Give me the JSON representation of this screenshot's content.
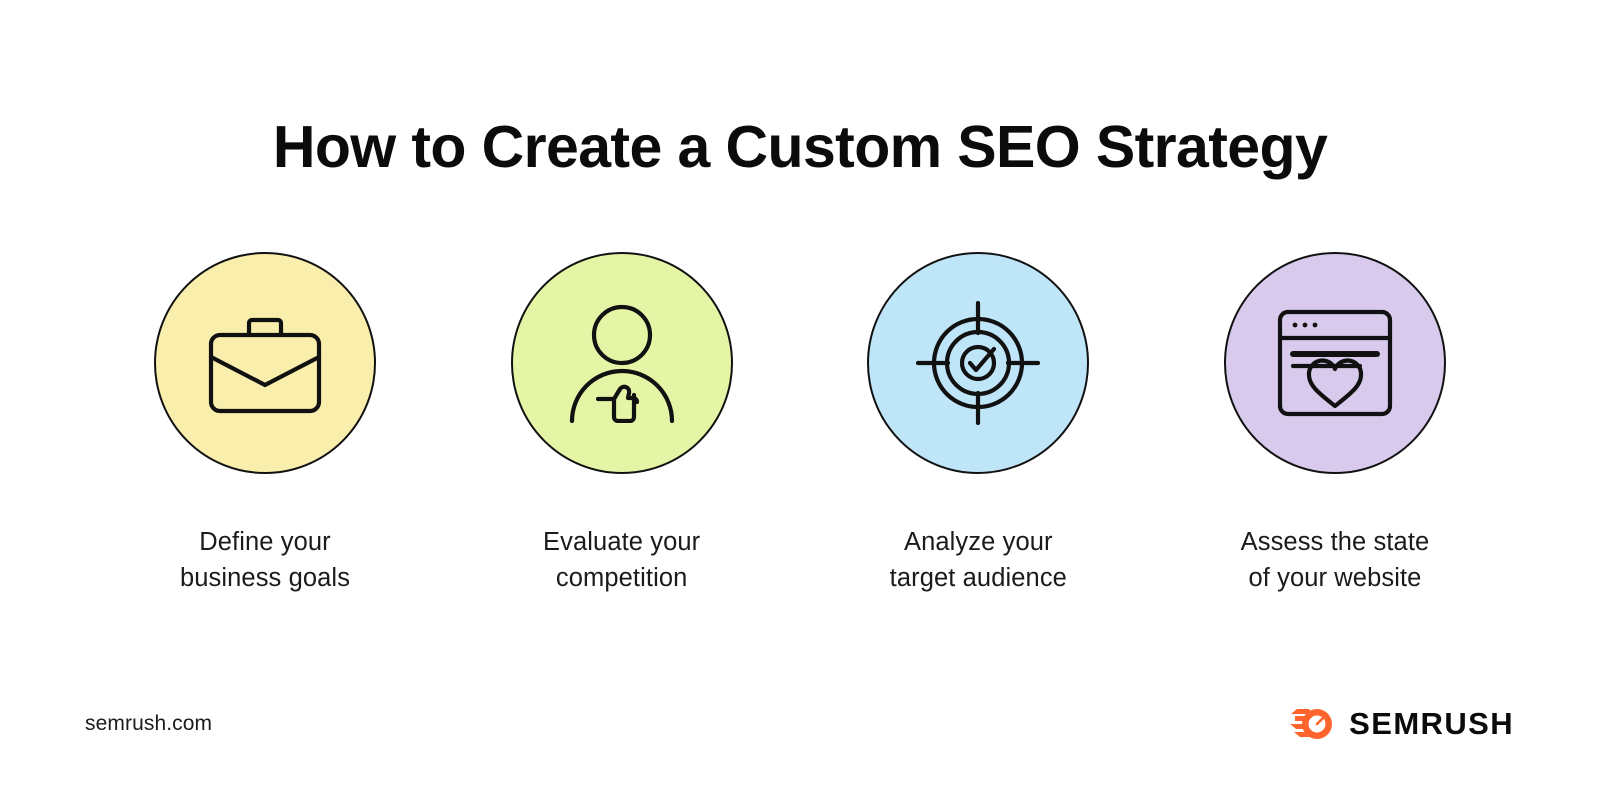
{
  "page": {
    "title": "How to Create a Custom SEO Strategy",
    "background_color": "#ffffff",
    "text_color": "#111111"
  },
  "steps": [
    {
      "icon": "briefcase-icon",
      "label": "Define your\nbusiness goals",
      "circle_color": "#FAEEAC",
      "circle_border": "#111111"
    },
    {
      "icon": "person-thumbs-up-icon",
      "label": "Evaluate your\ncompetition",
      "circle_color": "#E4F5A6",
      "circle_border": "#111111"
    },
    {
      "icon": "target-check-icon",
      "label": "Analyze your\ntarget audience",
      "circle_color": "#BFE5F8",
      "circle_border": "#111111"
    },
    {
      "icon": "browser-heart-icon",
      "label": "Assess the state\nof your website",
      "circle_color": "#D8CAEC",
      "circle_border": "#111111"
    }
  ],
  "footer": {
    "url": "semrush.com",
    "brand_name": "SEMRUSH",
    "brand_logo_icon": "semrush-comet-logo-icon",
    "brand_accent_color": "#FF642D"
  }
}
